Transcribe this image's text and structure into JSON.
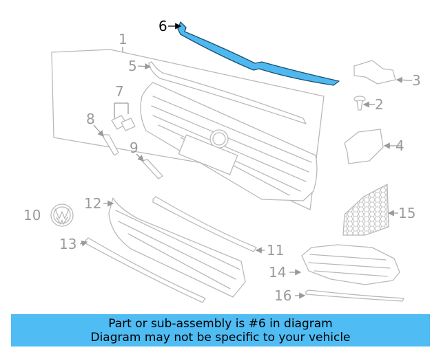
{
  "callouts": {
    "c1": "1",
    "c2": "2",
    "c3": "3",
    "c4": "4",
    "c5": "5",
    "c6": "6",
    "c7": "7",
    "c8": "8",
    "c9": "9",
    "c10": "10",
    "c11": "11",
    "c12": "12",
    "c13": "13",
    "c14": "14",
    "c15": "15",
    "c16": "16"
  },
  "highlight": {
    "color": "#4fb8ef",
    "outline": "#1b4f70"
  },
  "banner": {
    "line1": "Part or sub-assembly is #6 in diagram",
    "line2": "Diagram may not be specific to your vehicle",
    "color": "#4fbcf3"
  }
}
